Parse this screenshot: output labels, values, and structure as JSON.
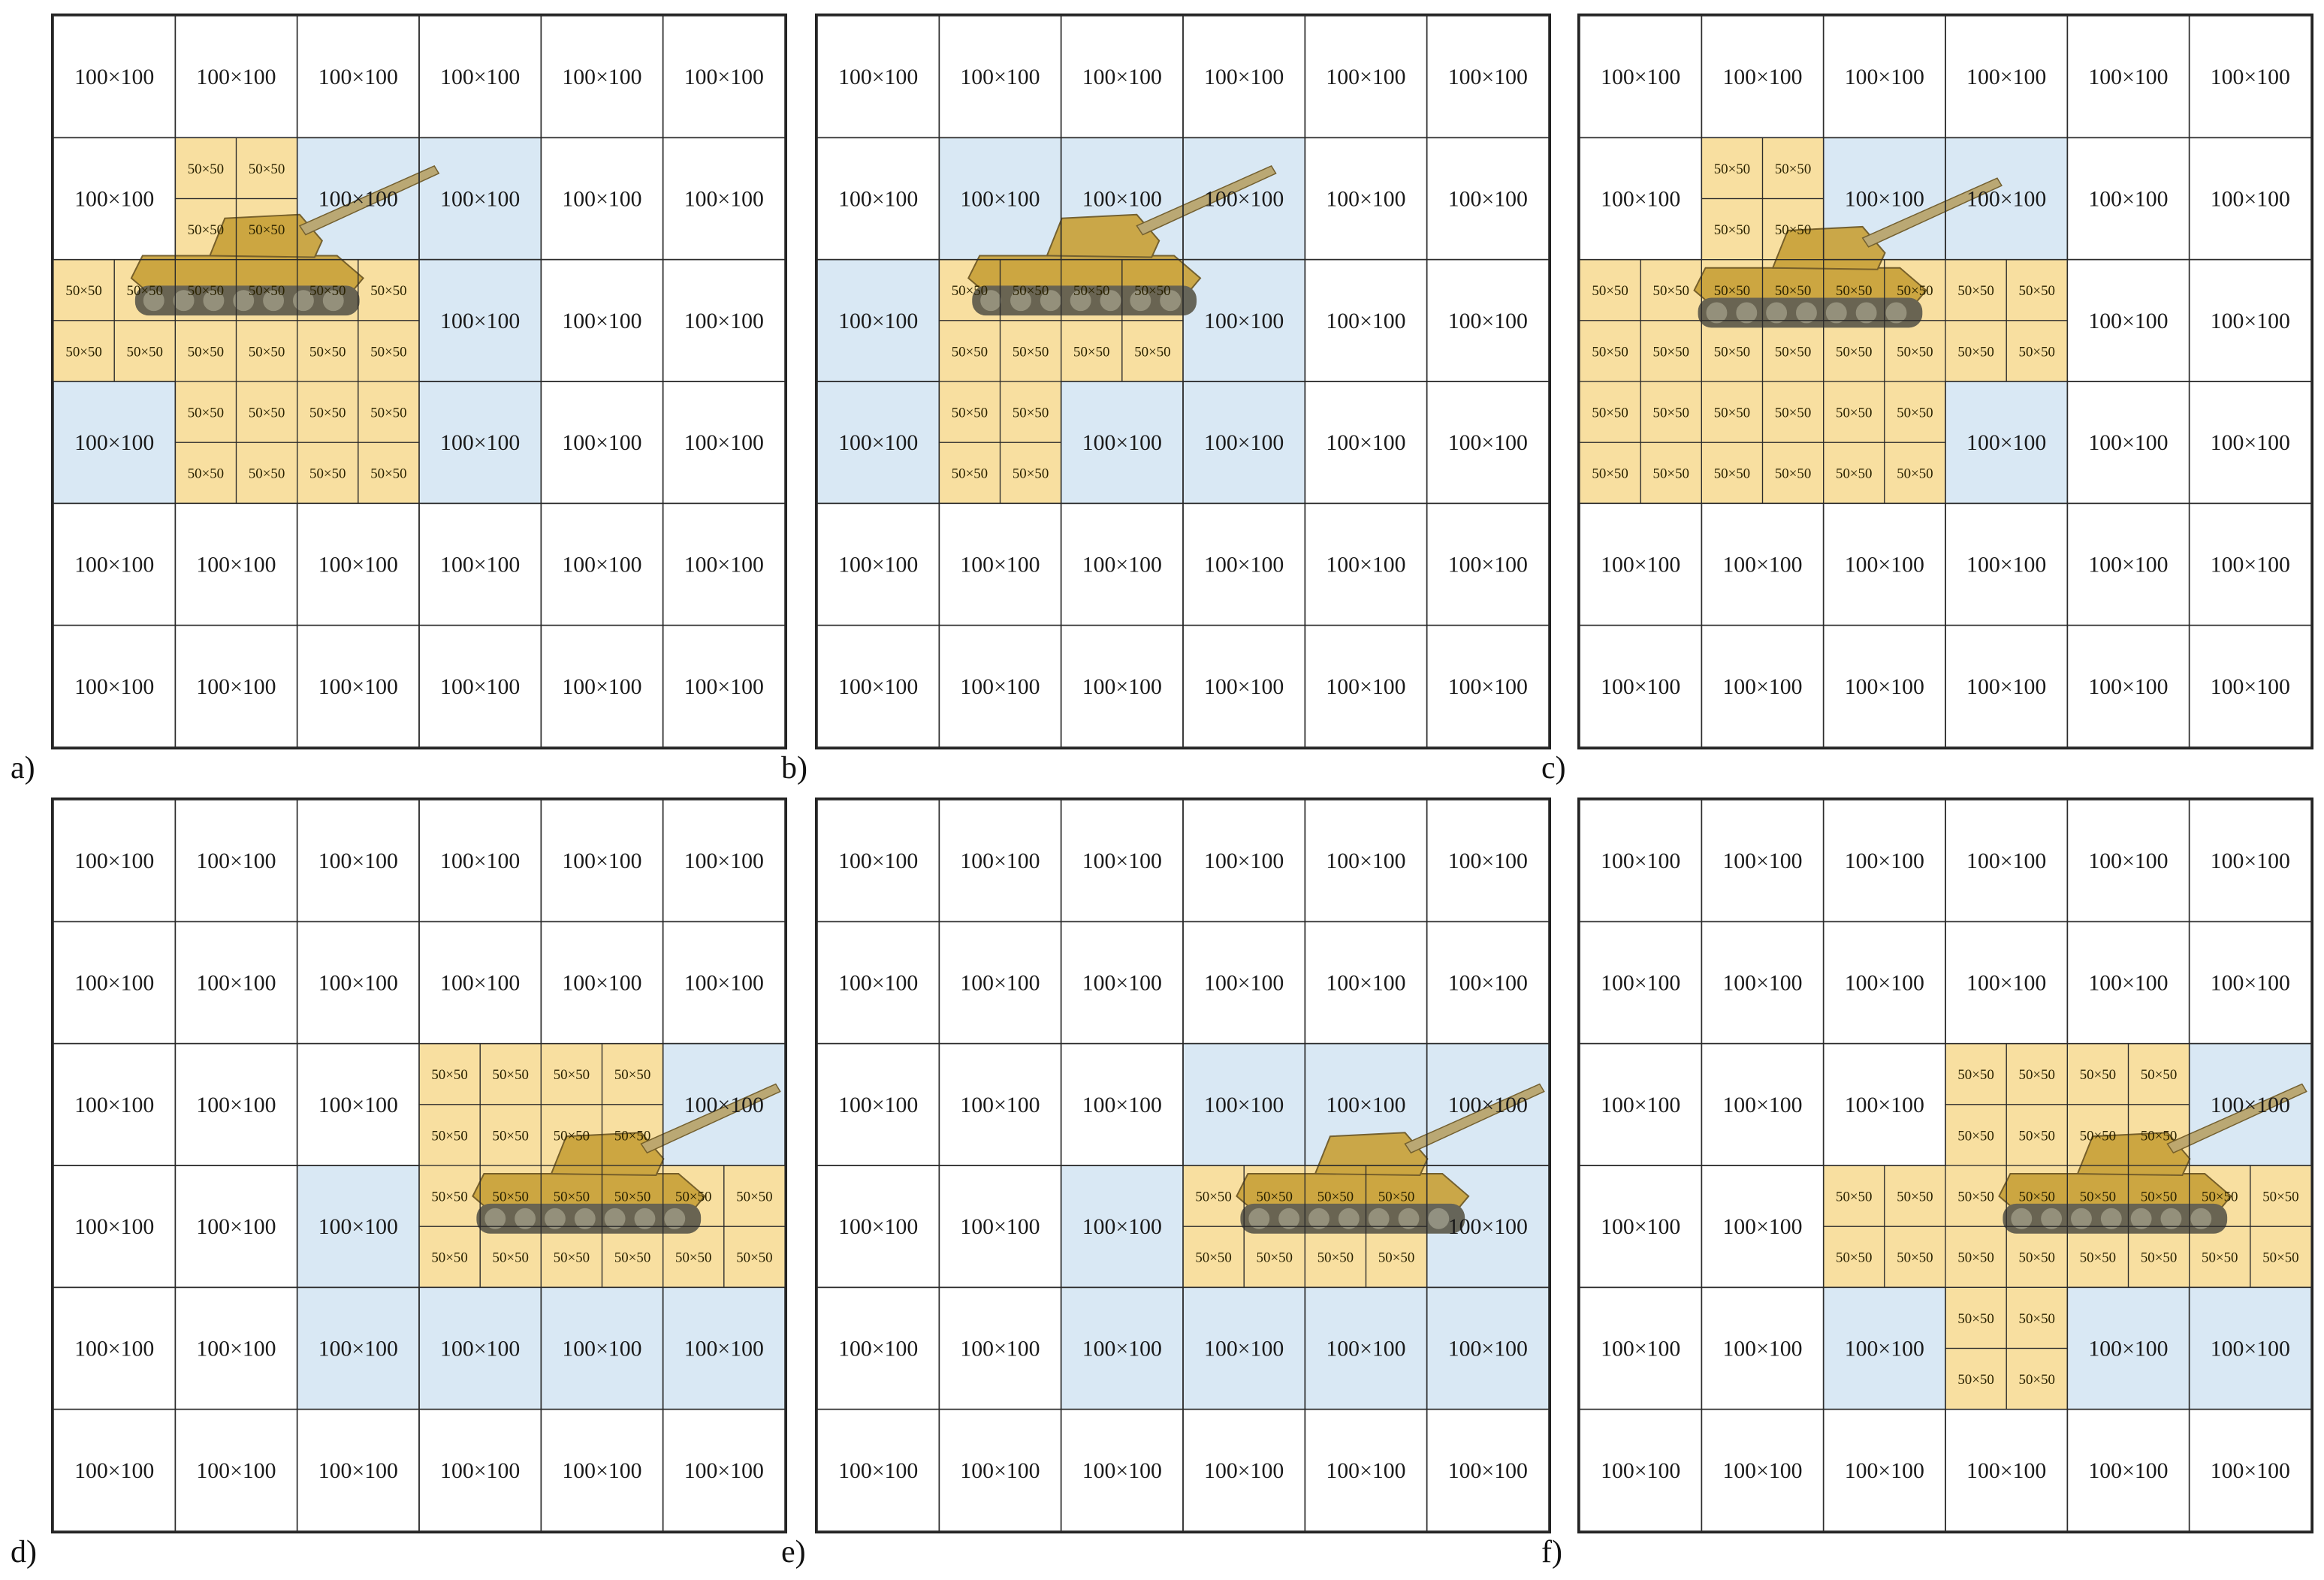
{
  "figure": {
    "big_cell_label": "100×100",
    "small_cell_label": "50×50",
    "colors": {
      "blue_region": "#d9e8f4",
      "yellow_region": "#f8dfa0",
      "grid_line": "#2b2b2b",
      "tank_body": "#c9a23a",
      "tank_dark": "#5d5a4c"
    },
    "panels": [
      {
        "id": "a",
        "label": "a)",
        "tank": {
          "col": 1.1,
          "row": 1.6,
          "scale": 1.0
        },
        "blue_cells": [
          [
            1,
            2
          ],
          [
            1,
            3
          ],
          [
            2,
            3
          ],
          [
            3,
            0
          ],
          [
            3,
            3
          ]
        ],
        "yellow_cells": [
          [
            1,
            1
          ],
          [
            2,
            0
          ],
          [
            2,
            1
          ],
          [
            2,
            2
          ],
          [
            3,
            1
          ],
          [
            3,
            2
          ]
        ]
      },
      {
        "id": "b",
        "label": "b)",
        "tank": {
          "col": 1.7,
          "row": 1.6,
          "scale": 1.0
        },
        "blue_cells": [
          [
            1,
            1
          ],
          [
            1,
            2
          ],
          [
            1,
            3
          ],
          [
            2,
            0
          ],
          [
            2,
            3
          ],
          [
            3,
            0
          ],
          [
            3,
            2
          ],
          [
            3,
            3
          ]
        ],
        "yellow_cells": [
          [
            2,
            1
          ],
          [
            2,
            2
          ],
          [
            3,
            1
          ]
        ]
      },
      {
        "id": "c",
        "label": "c)",
        "tank": {
          "col": 1.4,
          "row": 1.7,
          "scale": 1.0
        },
        "blue_cells": [
          [
            1,
            2
          ],
          [
            1,
            3
          ],
          [
            3,
            3
          ]
        ],
        "yellow_cells": [
          [
            1,
            1
          ],
          [
            2,
            0
          ],
          [
            2,
            1
          ],
          [
            2,
            2
          ],
          [
            2,
            3
          ],
          [
            3,
            0
          ],
          [
            3,
            1
          ],
          [
            3,
            2
          ]
        ]
      },
      {
        "id": "d",
        "label": "d)",
        "tank": {
          "col": 3.9,
          "row": 2.7,
          "scale": 1.0
        },
        "blue_cells": [
          [
            2,
            5
          ],
          [
            3,
            2
          ],
          [
            4,
            2
          ],
          [
            4,
            3
          ],
          [
            4,
            4
          ],
          [
            4,
            5
          ]
        ],
        "yellow_cells": [
          [
            2,
            3
          ],
          [
            2,
            4
          ],
          [
            3,
            3
          ],
          [
            3,
            4
          ],
          [
            3,
            5
          ]
        ]
      },
      {
        "id": "e",
        "label": "e)",
        "tank": {
          "col": 3.9,
          "row": 2.7,
          "scale": 1.0
        },
        "blue_cells": [
          [
            2,
            3
          ],
          [
            2,
            4
          ],
          [
            2,
            5
          ],
          [
            3,
            2
          ],
          [
            3,
            5
          ],
          [
            4,
            2
          ],
          [
            4,
            3
          ],
          [
            4,
            4
          ],
          [
            4,
            5
          ]
        ],
        "yellow_cells": [
          [
            3,
            3
          ],
          [
            3,
            4
          ]
        ]
      },
      {
        "id": "f",
        "label": "f)",
        "tank": {
          "col": 3.9,
          "row": 2.7,
          "scale": 1.0
        },
        "blue_cells": [
          [
            2,
            5
          ],
          [
            4,
            2
          ],
          [
            4,
            4
          ],
          [
            4,
            5
          ]
        ],
        "yellow_cells": [
          [
            2,
            3
          ],
          [
            2,
            4
          ],
          [
            3,
            2
          ],
          [
            3,
            3
          ],
          [
            3,
            4
          ],
          [
            3,
            5
          ],
          [
            4,
            3
          ]
        ]
      }
    ]
  }
}
